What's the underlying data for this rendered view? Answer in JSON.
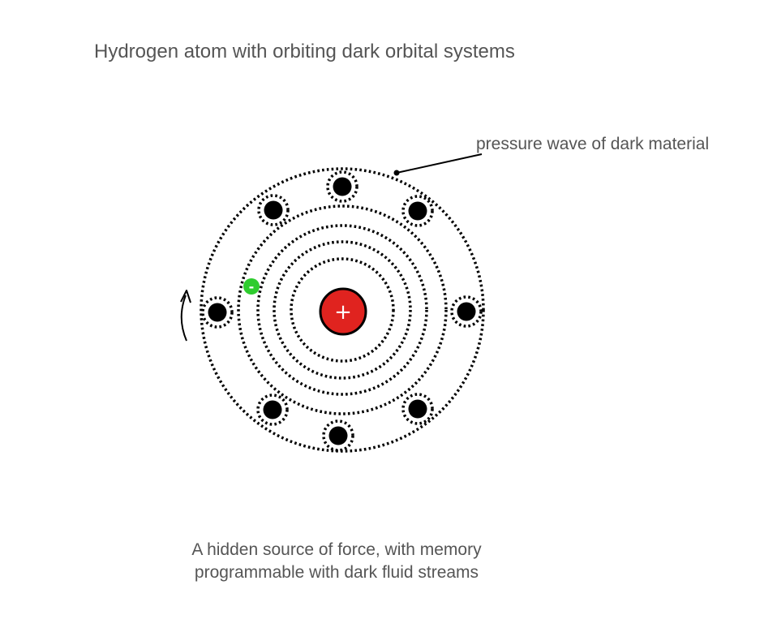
{
  "title": "Hydrogen atom with orbiting dark orbital systems",
  "annotation": "pressure wave of dark material",
  "caption_line1": "A hidden source of force, with memory",
  "caption_line2": "programmable with dark fluid streams",
  "nucleus_symbol": "+",
  "electron_symbol": "-",
  "colors": {
    "nucleus": "#e0231f",
    "electron": "#2ecc2e",
    "text": "#555555"
  }
}
